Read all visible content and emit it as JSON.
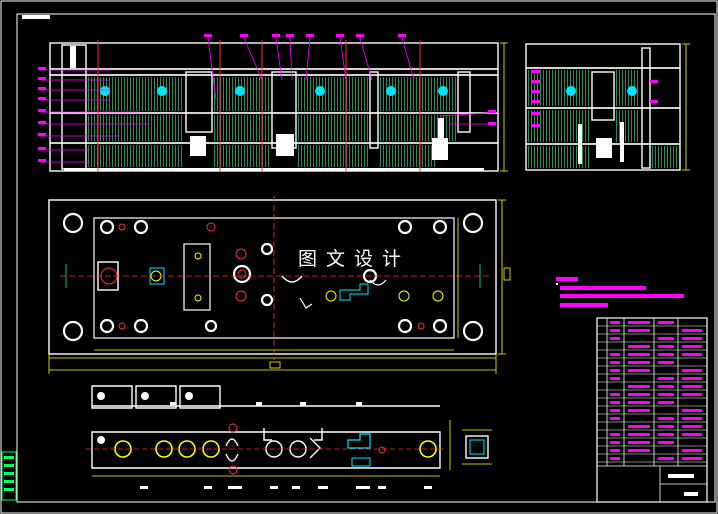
{
  "watermark": "图文设计",
  "colors": {
    "background": "#000000",
    "frame": "#ffffff",
    "outline": "#ffffff",
    "hatch": "#2e8b57",
    "cyan": "#00e5ff",
    "magenta": "#ff00ff",
    "red": "#ff3030",
    "yellow": "#ffff00",
    "green": "#00ff66"
  },
  "icons": [
    "drawing-frame",
    "section-view-main",
    "section-view-side",
    "plate-plan-view",
    "strip-layout-view",
    "title-block",
    "technical-notes"
  ]
}
